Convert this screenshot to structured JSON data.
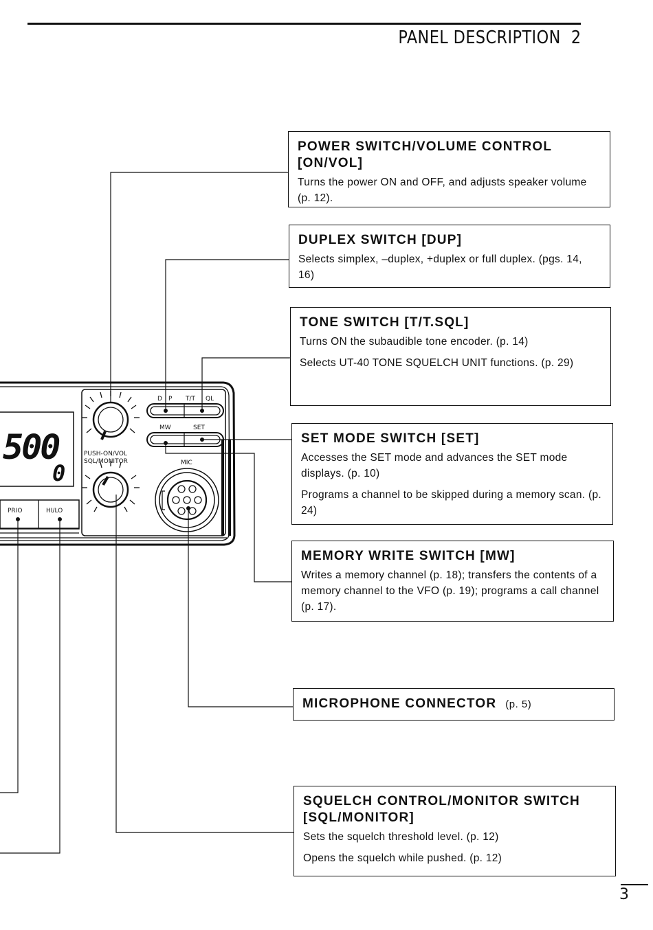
{
  "header": {
    "title": "PANEL DESCRIPTION",
    "number": "2"
  },
  "callouts": [
    {
      "title": "POWER SWITCH/VOLUME CONTROL [ON/VOL]",
      "lines": [
        "Turns the power ON and OFF, and adjusts speaker volume (p. 12)."
      ]
    },
    {
      "title": "DUPLEX SWITCH [DUP]",
      "lines": [
        "Selects simplex, –duplex, +duplex or full duplex. (pgs. 14, 16)"
      ]
    },
    {
      "title": "TONE SWITCH [T/T.SQL]",
      "lines": [
        "Turns ON the subaudible tone encoder. (p. 14)",
        "Selects UT-40 TONE SQUELCH UNIT functions. (p. 29)"
      ]
    },
    {
      "title": "SET MODE SWITCH [SET]",
      "lines": [
        "Accesses the SET mode and advances the SET mode displays. (p. 10)",
        "Programs a channel to be skipped during a memory scan. (p. 24)"
      ]
    },
    {
      "title": "MEMORY WRITE SWITCH [MW]",
      "lines": [
        "Writes a memory channel (p. 18); transfers the contents of a memory channel to the VFO (p. 19); programs a call channel (p. 17)."
      ]
    },
    {
      "title": "MICROPHONE CONNECTOR",
      "ref": "(p. 5)"
    },
    {
      "title": "SQUELCH CONTROL/MONITOR SWITCH [SQL/MONITOR]",
      "lines": [
        "Sets the squelch threshold level. (p. 12)",
        "Opens the squelch while pushed. (p. 12)"
      ]
    }
  ],
  "panel": {
    "display_main": "500",
    "display_sub": "0",
    "labels": {
      "dup": "D",
      "dup_partial": "P",
      "tone": "T/T",
      "tone_partial": "QL",
      "mw": "MW",
      "set": "SET",
      "knob": "PUSH-ON/VOL",
      "knob2": "SQL/MONITOR",
      "mic": "MIC",
      "prio": "PRIO",
      "hilo": "HI/LO"
    }
  },
  "footer": {
    "page_number": "3"
  }
}
